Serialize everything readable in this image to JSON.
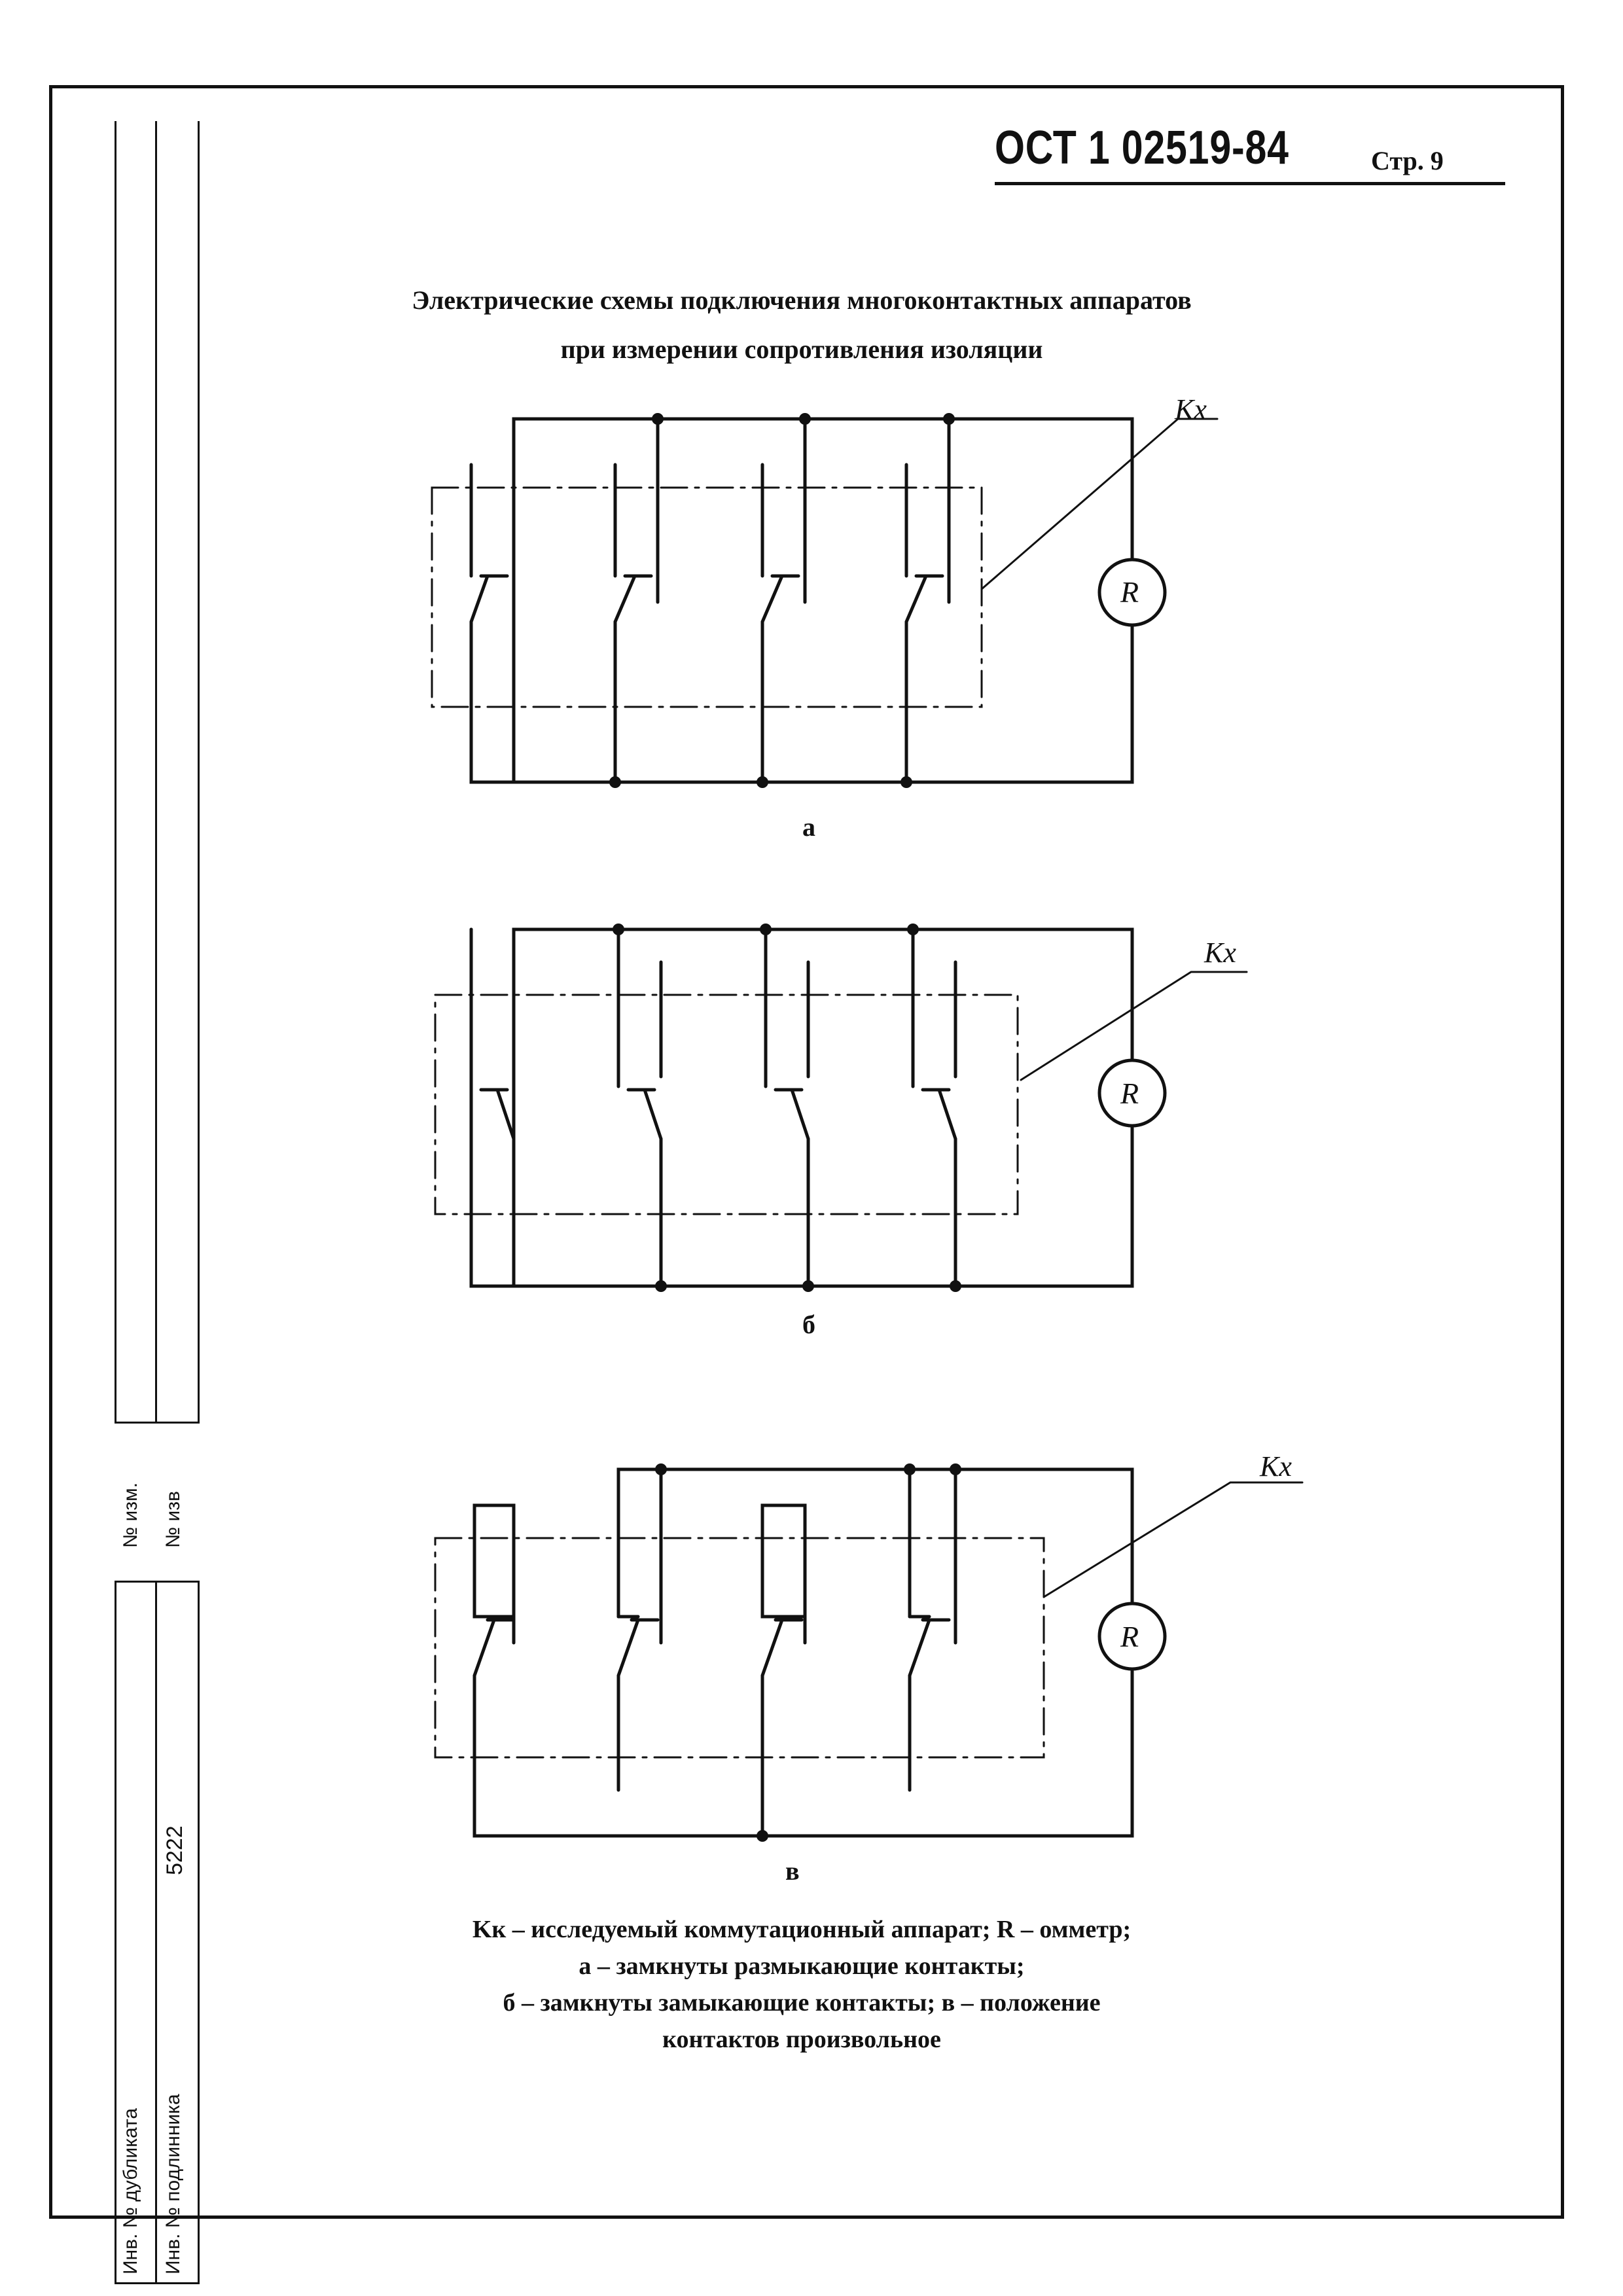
{
  "header": {
    "doc_code": "ОСТ 1 02519-84",
    "page_label": "Стр. 9"
  },
  "title": {
    "line1": "Электрические схемы подключения многоконтактных аппаратов",
    "line2": "при измерении сопротивления изоляции"
  },
  "diagrams": [
    {
      "letter": "а",
      "kx_label": "Kx",
      "meter_label": "R"
    },
    {
      "letter": "б",
      "kx_label": "Kx",
      "meter_label": "R"
    },
    {
      "letter": "в",
      "kx_label": "Kx",
      "meter_label": "R"
    }
  ],
  "legend": {
    "line1": "Kк – исследуемый коммутационный аппарат; R – омметр;",
    "line2": "а – замкнуты размыкающие контакты;",
    "line3": "б – замкнуты замыкающие контакты; в – положение",
    "line4": "контактов произвольное"
  },
  "side_strip": {
    "izm": "№ изм.",
    "izv": "№ изв",
    "inv_dubl": "Инв. № дубликата",
    "inv_podl": "Инв. № подлинника",
    "number": "5222"
  }
}
